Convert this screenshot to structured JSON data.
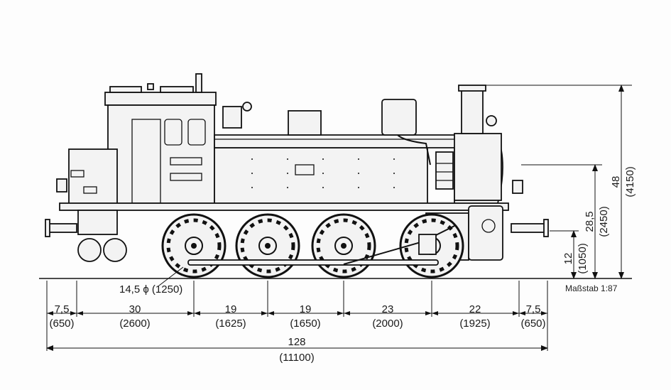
{
  "drawing": {
    "scale_label": "Maßstab 1:87",
    "wheel_dim": "14,5 ϕ (1250)"
  },
  "horizontal_dims": [
    {
      "top": "7,5",
      "bottom": "(650)"
    },
    {
      "top": "30",
      "bottom": "(2600)"
    },
    {
      "top": "19",
      "bottom": "(1625)"
    },
    {
      "top": "19",
      "bottom": "(1650)"
    },
    {
      "top": "23",
      "bottom": "(2000)"
    },
    {
      "top": "22",
      "bottom": "(1925)"
    },
    {
      "top": "7,5",
      "bottom": "(650)"
    }
  ],
  "overall_length": {
    "top": "128",
    "bottom": "(11100)"
  },
  "vertical_dims": [
    {
      "top": "48",
      "bottom": "(4150)"
    },
    {
      "top": "28,5",
      "bottom": "(2450)"
    },
    {
      "top": "12",
      "bottom": "(1050)"
    }
  ],
  "colors": {
    "ink": "#111111",
    "paper": "#fdfdfd"
  }
}
